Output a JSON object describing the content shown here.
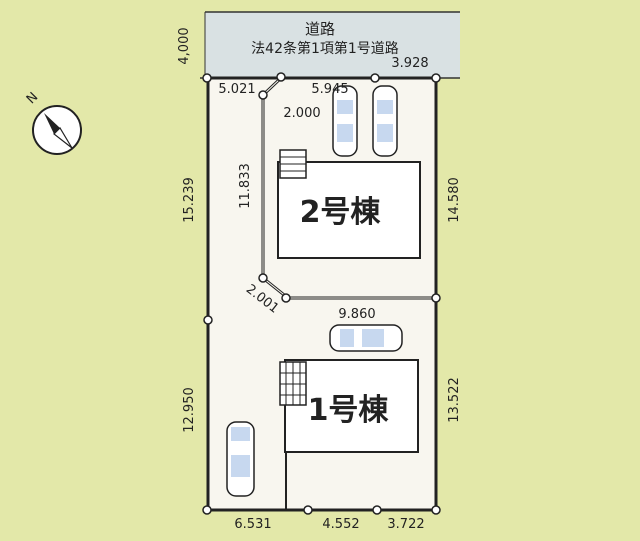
{
  "road": {
    "title": "道路",
    "law": "法42条第1項第1号道路",
    "width": "4,000"
  },
  "compass": {
    "label": "N"
  },
  "dimensions": {
    "top_right": "3.928",
    "top_left": "5.021",
    "top_mid": "5.945",
    "corner_cut_top": "2.000",
    "inner_left": "11.833",
    "left_upper": "15.239",
    "right_upper": "14.580",
    "corner_cut_mid": "2.001",
    "mid_boundary": "9.860",
    "left_lower": "12.950",
    "right_lower": "13.522",
    "bottom_left": "6.531",
    "bottom_mid": "4.552",
    "bottom_right": "3.722"
  },
  "buildings": [
    {
      "label": "2号棟"
    },
    {
      "label": "1号棟"
    }
  ],
  "colors": {
    "background": "#e3e8a9",
    "road": "#d9e1e3",
    "lot": "#f8f6ef",
    "line": "#222222"
  }
}
